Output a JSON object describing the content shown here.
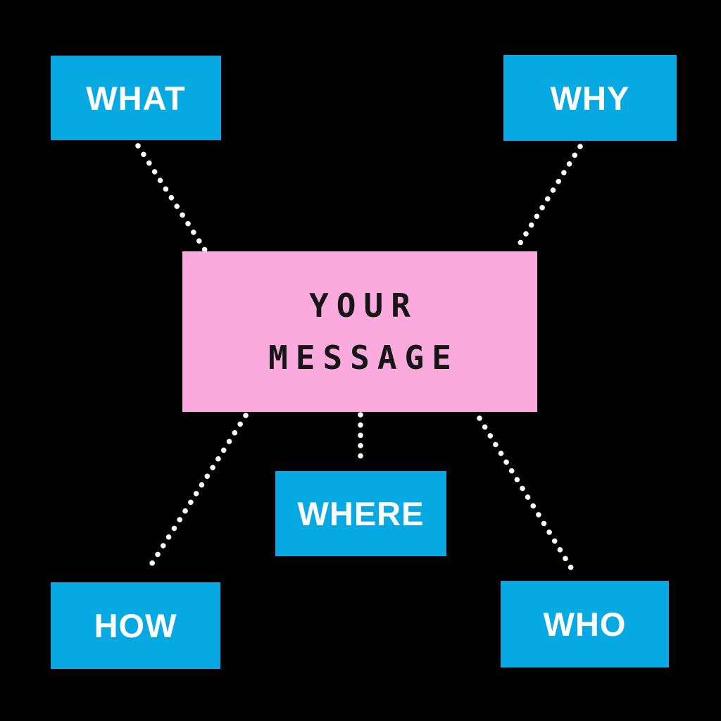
{
  "diagram": {
    "title_semantic": "message mind map",
    "background_color": "#000000",
    "colors": {
      "node_blue": "#06a9e1",
      "center_pink": "#fbaadd",
      "node_text": "#ffffff",
      "center_text": "#161616",
      "connector_dots": "#ffffff"
    },
    "center": {
      "label_line1": "YOUR",
      "label_line2": "MESSAGE"
    },
    "nodes": [
      {
        "id": "what",
        "label": "WHAT"
      },
      {
        "id": "why",
        "label": "WHY"
      },
      {
        "id": "where",
        "label": "WHERE"
      },
      {
        "id": "how",
        "label": "HOW"
      },
      {
        "id": "who",
        "label": "WHO"
      }
    ],
    "connections": [
      {
        "from": "what",
        "to": "center"
      },
      {
        "from": "why",
        "to": "center"
      },
      {
        "from": "center",
        "to": "where"
      },
      {
        "from": "center",
        "to": "how"
      },
      {
        "from": "center",
        "to": "who"
      }
    ]
  }
}
